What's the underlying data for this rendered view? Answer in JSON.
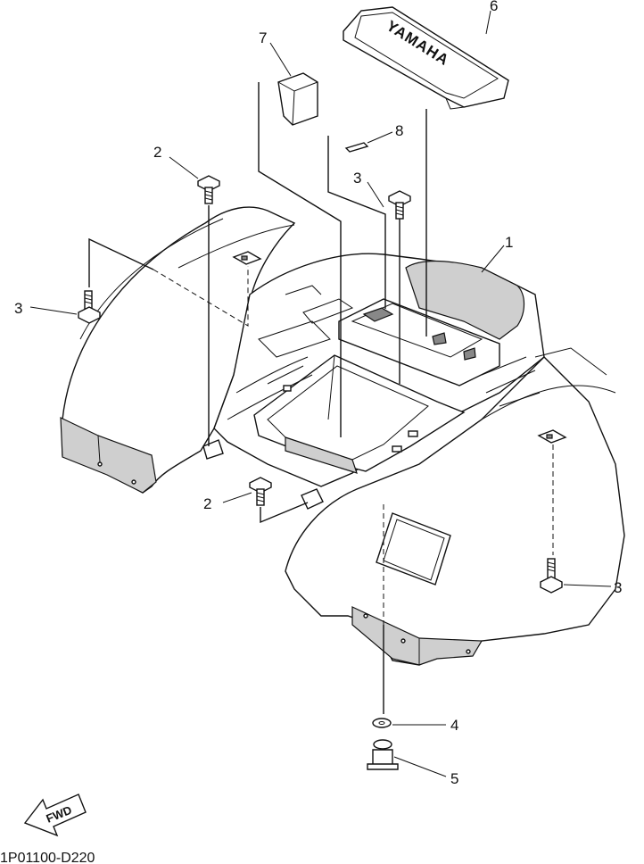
{
  "diagram": {
    "callouts": [
      {
        "id": "1",
        "label": "1"
      },
      {
        "id": "2a",
        "label": "2"
      },
      {
        "id": "2b",
        "label": "2"
      },
      {
        "id": "3a",
        "label": "3"
      },
      {
        "id": "3b",
        "label": "3"
      },
      {
        "id": "3c",
        "label": "3"
      },
      {
        "id": "4",
        "label": "4"
      },
      {
        "id": "5",
        "label": "5"
      },
      {
        "id": "6",
        "label": "6"
      },
      {
        "id": "7",
        "label": "7"
      },
      {
        "id": "8",
        "label": "8"
      }
    ],
    "logo_text": "YAMAHA",
    "fwd_label": "FWD",
    "drawing_code": "1P01100-D220"
  }
}
